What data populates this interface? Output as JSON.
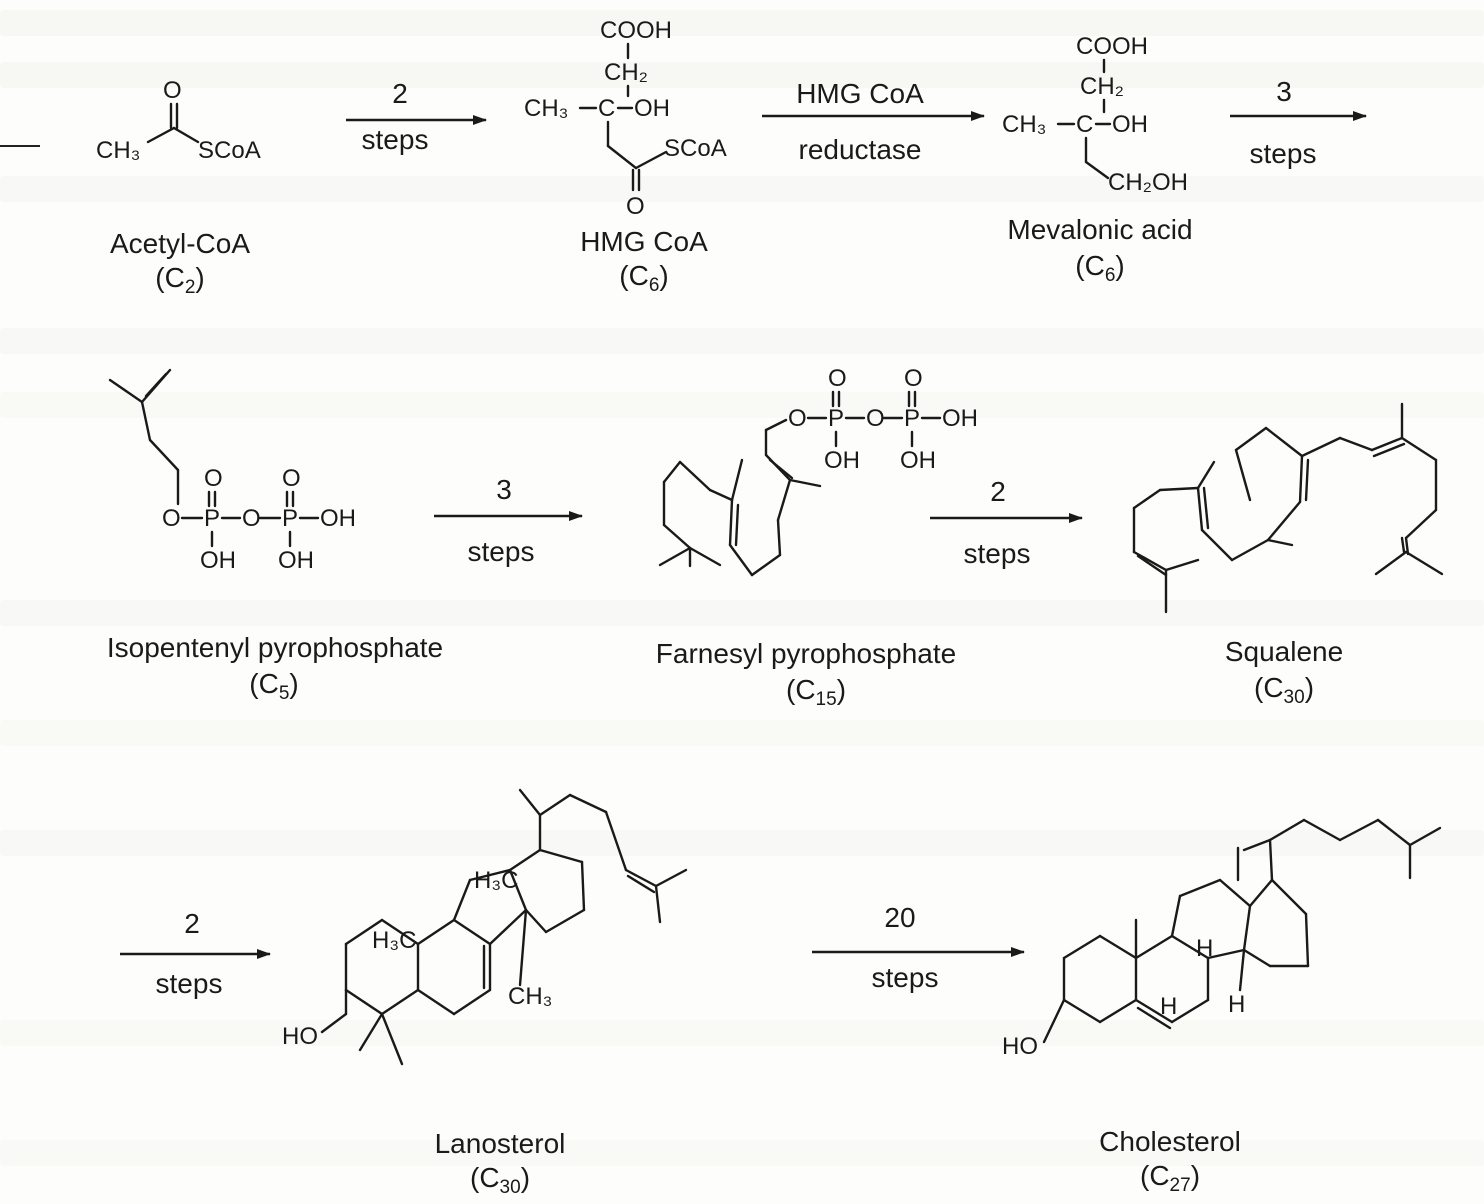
{
  "compounds": {
    "acetyl_coa": {
      "name": "Acetyl-CoA",
      "formula_main": "C",
      "formula_sub": "2"
    },
    "hmg_coa": {
      "name": "HMG CoA",
      "formula_main": "C",
      "formula_sub": "6"
    },
    "mevalonic_acid": {
      "name": "Mevalonic acid",
      "formula_main": "C",
      "formula_sub": "6"
    },
    "isopentenyl_pp": {
      "name": "Isopentenyl pyrophosphate",
      "formula_main": "C",
      "formula_sub": "5"
    },
    "farnesyl_pp": {
      "name": "Farnesyl pyrophosphate",
      "formula_main": "C",
      "formula_sub": "15"
    },
    "squalene": {
      "name": "Squalene",
      "formula_main": "C",
      "formula_sub": "30"
    },
    "lanosterol": {
      "name": "Lanosterol",
      "formula_main": "C",
      "formula_sub": "30"
    },
    "cholesterol": {
      "name": "Cholesterol",
      "formula_main": "C",
      "formula_sub": "27"
    }
  },
  "arrows": {
    "a1": {
      "top": "2",
      "bottom": "steps"
    },
    "a2": {
      "top": "HMG CoA",
      "bottom": "reductase"
    },
    "a3": {
      "top": "3",
      "bottom": "steps"
    },
    "a4": {
      "top": "3",
      "bottom": "steps"
    },
    "a5": {
      "top": "2",
      "bottom": "steps"
    },
    "a6": {
      "top": "2",
      "bottom": "steps"
    },
    "a7": {
      "top": "20",
      "bottom": "steps"
    }
  },
  "atoms": {
    "O": "O",
    "CH3": "CH₃",
    "SCoA": "SCoA",
    "COOH": "COOH",
    "CH2": "CH₂",
    "C": "C",
    "OH": "OH",
    "CH2OH": "CH₂OH",
    "P": "P",
    "HO": "HO",
    "H3C": "H₃C",
    "H": "H"
  }
}
